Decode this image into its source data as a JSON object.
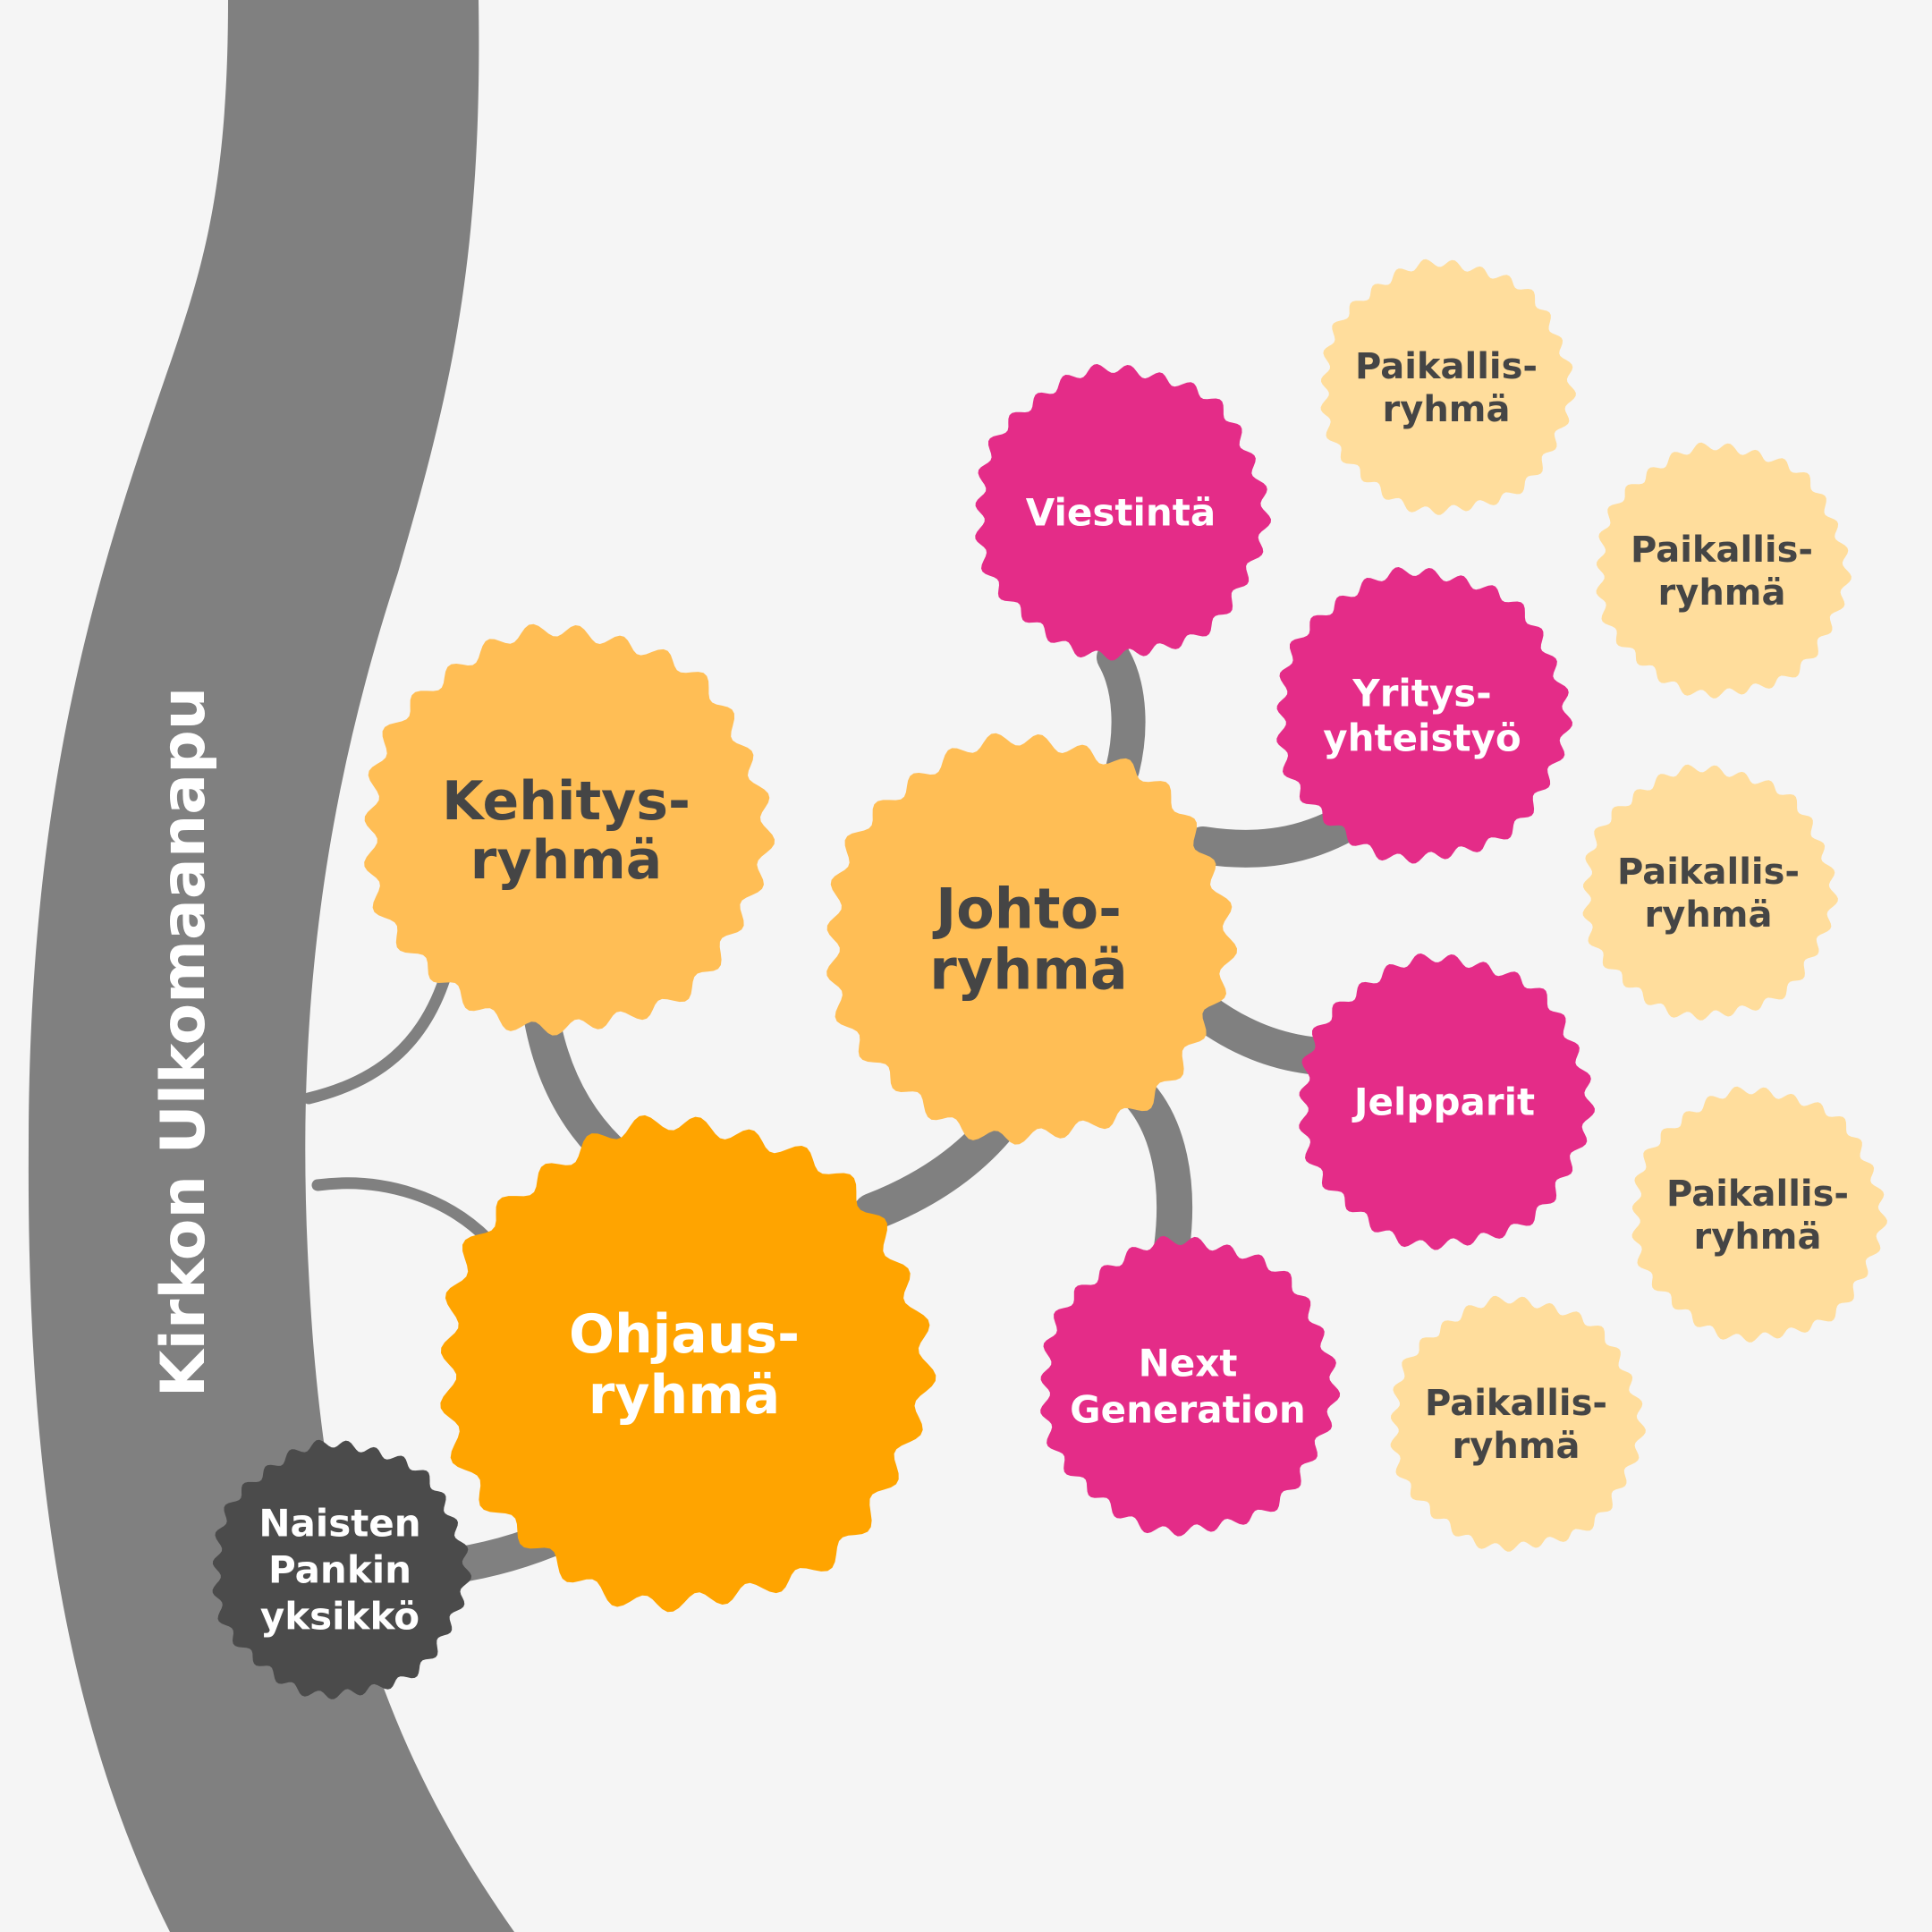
{
  "trunk": {
    "label": "Kirkon Ulkomaanapu"
  },
  "nodes": {
    "kehitys": {
      "lines": [
        "Kehitys-",
        "ryhmä"
      ]
    },
    "johto": {
      "lines": [
        "Johto-",
        "ryhmä"
      ]
    },
    "ohjaus": {
      "lines": [
        "Ohjaus-",
        "ryhmä"
      ]
    },
    "naisten": {
      "lines": [
        "Naisten",
        "Pankin",
        "yksikkö"
      ]
    },
    "viestinta": {
      "lines": [
        "Viestintä"
      ]
    },
    "yritys": {
      "lines": [
        "Yritys-",
        "yhteistyö"
      ]
    },
    "jelpparit": {
      "lines": [
        "Jelpparit"
      ]
    },
    "nextgen": {
      "lines": [
        "Next",
        "Generation"
      ]
    },
    "paikallis1": {
      "lines": [
        "Paikallis-",
        "ryhmä"
      ]
    },
    "paikallis2": {
      "lines": [
        "Paikallis-",
        "ryhmä"
      ]
    },
    "paikallis3": {
      "lines": [
        "Paikallis-",
        "ryhmä"
      ]
    },
    "paikallis4": {
      "lines": [
        "Paikallis-",
        "ryhmä"
      ]
    },
    "paikallis5": {
      "lines": [
        "Paikallis-",
        "ryhmä"
      ]
    }
  },
  "colors": {
    "background": "#f5f5f5",
    "trunk": "#808080",
    "connector": "#808080",
    "core_yellow": "#ffbe55",
    "steering_orange": "#ffa400",
    "magenta": "#e42c88",
    "light_yellow": "#ffdd9c",
    "dark_grey": "#4b4b4b",
    "text_dark": "#454545",
    "text_white": "#ffffff"
  }
}
